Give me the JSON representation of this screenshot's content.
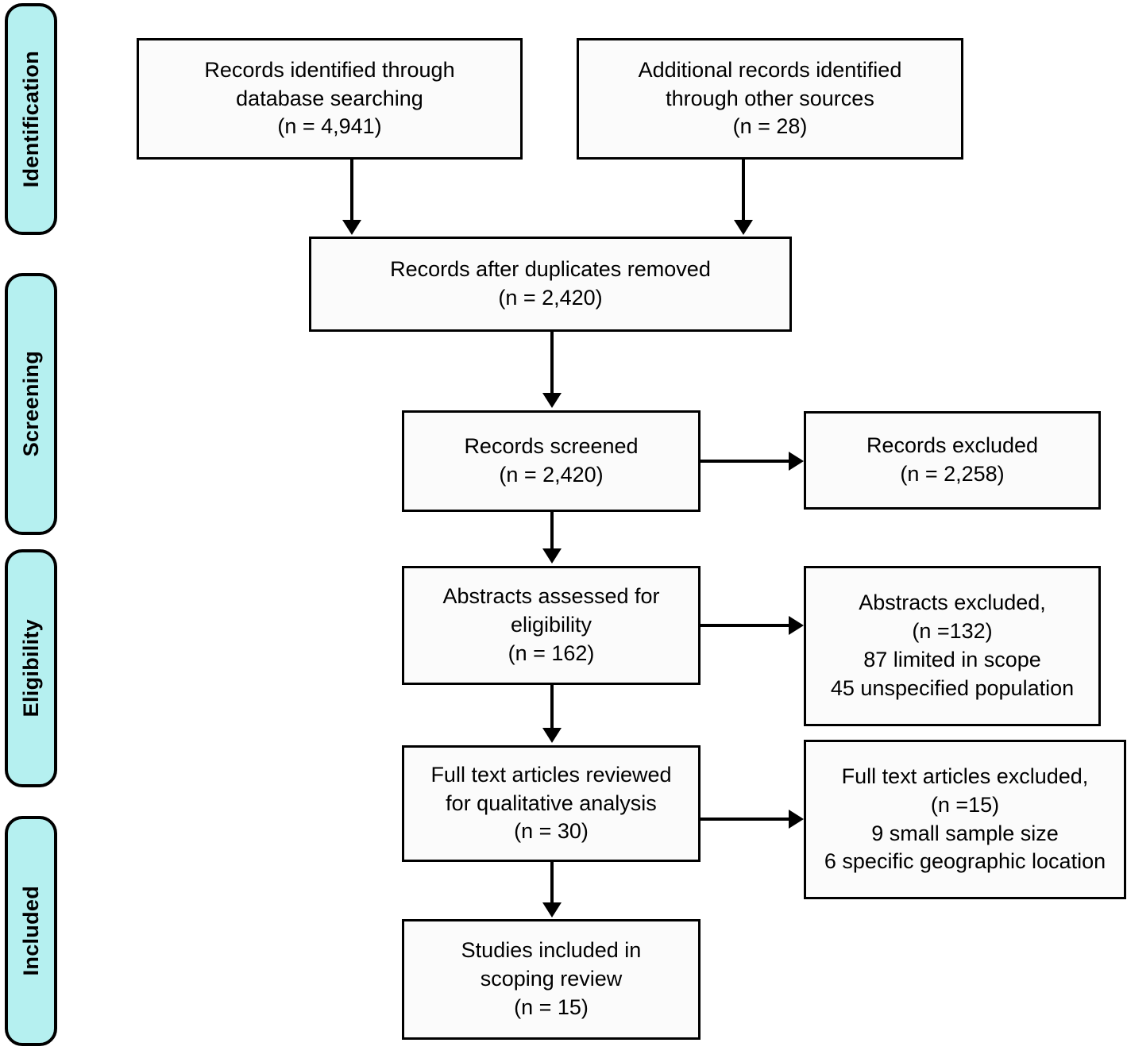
{
  "diagram": {
    "type": "prisma-flow-diagram",
    "stages": [
      {
        "id": "identification",
        "label": "Identification"
      },
      {
        "id": "screening",
        "label": "Screening"
      },
      {
        "id": "eligibility",
        "label": "Eligibility"
      },
      {
        "id": "included",
        "label": "Included"
      }
    ],
    "stage_color": "#b5f0f0",
    "box_fill": "#fbfbfb",
    "line_color": "#000000",
    "boxes": {
      "database_search": {
        "lines": [
          "Records identified through",
          "database searching",
          "(n = 4,941)"
        ]
      },
      "other_sources": {
        "lines": [
          "Additional records identified",
          "through other sources",
          "(n = 28)"
        ]
      },
      "duplicates_removed": {
        "lines": [
          "Records after duplicates removed",
          "(n = 2,420)"
        ]
      },
      "records_screened": {
        "lines": [
          "Records screened",
          "(n = 2,420)"
        ]
      },
      "records_excluded": {
        "lines": [
          "Records excluded",
          "(n = 2,258)"
        ]
      },
      "abstracts_assessed": {
        "lines": [
          "Abstracts assessed for",
          "eligibility",
          "(n = 162)"
        ]
      },
      "abstracts_excluded": {
        "lines": [
          "Abstracts excluded,",
          "(n =132)",
          "87 limited in scope",
          "45 unspecified population"
        ]
      },
      "fulltext_reviewed": {
        "lines": [
          "Full text articles reviewed",
          "for qualitative analysis",
          "(n = 30)"
        ]
      },
      "fulltext_excluded": {
        "lines": [
          "Full text articles excluded,",
          "(n =15)",
          "9 small sample size",
          "6 specific geographic location"
        ]
      },
      "studies_included": {
        "lines": [
          "Studies included in",
          "scoping review",
          "(n = 15)"
        ]
      }
    }
  }
}
